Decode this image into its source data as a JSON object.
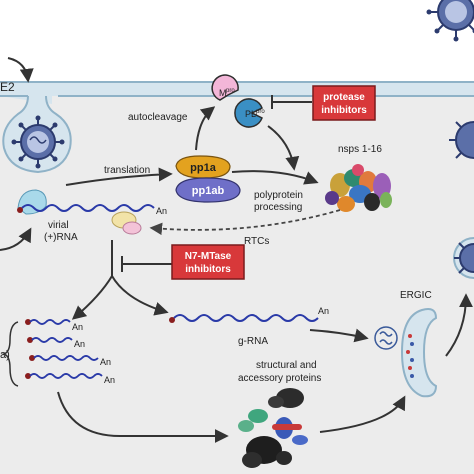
{
  "colors": {
    "cytoplasm": "#ededed",
    "membrane": "#cfe0ea",
    "membrane_edge": "#8fb2c7",
    "inhibitor_fill": "#d8383a",
    "inhibitor_edge": "#7a1b1c",
    "rna": "#2a3aa8",
    "cap": "#8a1e1e",
    "pp1a": "#e3a21f",
    "pp1ab": "#6f6fc8",
    "arrow": "#333333"
  },
  "labels": {
    "receptor_fragment": "E2",
    "autocleavage": "autocleavage",
    "mpro": "M",
    "mpro_sup": "pro",
    "plpro": "PL",
    "plpro_sup": "pro",
    "translation": "translation",
    "pp1a": "pp1a",
    "pp1ab": "pp1ab",
    "polyprotein_processing_1": "polyprotein",
    "polyprotein_processing_2": "processing",
    "nsps": "nsps 1-16",
    "virial_1": "virial",
    "virial_2": "(+)RNA",
    "polyA": "An",
    "rtcs": "RTCs",
    "g_rna": "g-RNA",
    "ergic": "ERGIC",
    "structural_1": "structural and",
    "structural_2": "accessory proteins",
    "left_fragment": "a)",
    "sg_polyA": [
      "An",
      "An",
      "An",
      "An"
    ]
  },
  "inhibitors": {
    "protease_1": "protease",
    "protease_2": "inhibitors",
    "n7_1": "N7-MTase",
    "n7_2": "inhibitors"
  },
  "icons": [
    "virus-icon",
    "mpro-enzyme-icon",
    "plpro-enzyme-icon",
    "nsp-complex-icon",
    "ribosome-icon",
    "ergic-icon",
    "protein-cluster-icon"
  ]
}
